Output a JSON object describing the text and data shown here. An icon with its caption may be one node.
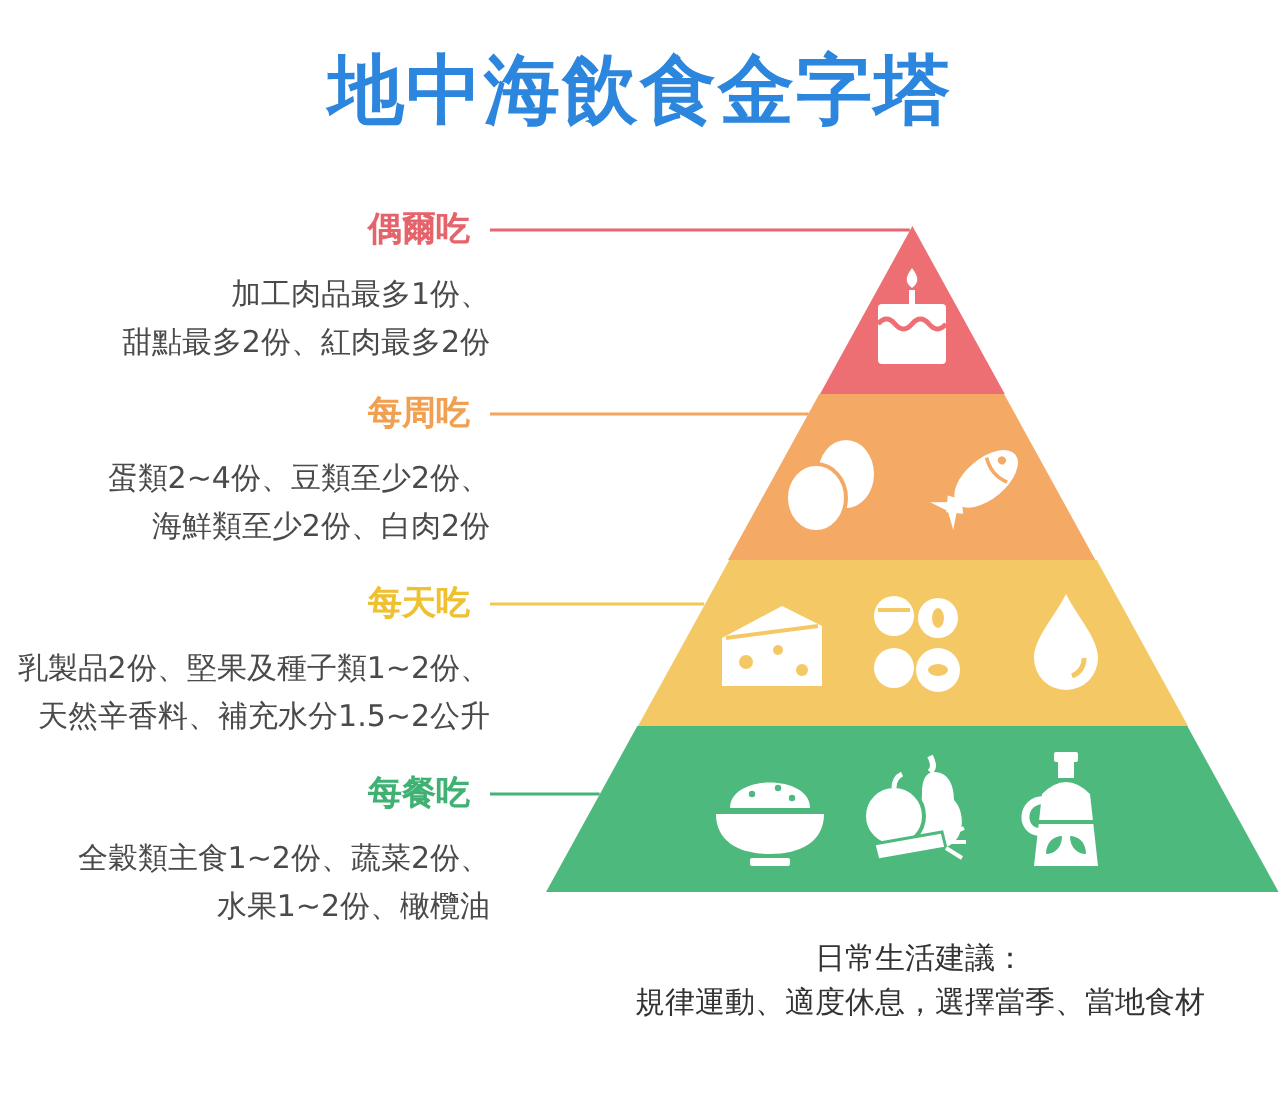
{
  "diagram": {
    "title": "地中海飲食金字塔",
    "nodes": [
      {
        "text": [
          "偶爾吃",
          "加工肉品最多1份、甜點最多2份、紅肉最多2份"
        ]
      },
      {
        "text": [
          "每周吃",
          "蛋類2~4份、豆類至少2份、海鮮類至少2份、白肉2份"
        ]
      },
      {
        "text": [
          "每天吃",
          "乳製品2份、堅果及種子類1~2份、天然辛香料、補充水分1.5~2公升"
        ]
      },
      {
        "text": [
          "每餐吃",
          "全穀類主食1~2份、蔬菜2份、水果1~2份、橄欖油"
        ]
      },
      {
        "text": [],
        "shape": "triangle"
      },
      {
        "text": [],
        "shape": "trapezoid"
      },
      {
        "text": [],
        "shape": "trapezoid"
      },
      {
        "text": [],
        "shape": "trapezoid"
      }
    ],
    "edges": [
      {
        "from": 0,
        "to": 4,
        "arrow": "none",
        "color": "#e8676d"
      },
      {
        "from": 1,
        "to": 5,
        "arrow": "none",
        "color": "#f2a65e"
      },
      {
        "from": 2,
        "to": 6,
        "arrow": "none",
        "color": "#f3c755"
      },
      {
        "from": 3,
        "to": 7,
        "arrow": "none",
        "color": "#44b476"
      }
    ],
    "labels": [
      "日常生活建議：",
      "規律運動、適度休息，選擇當季、當地食材"
    ]
  }
}
